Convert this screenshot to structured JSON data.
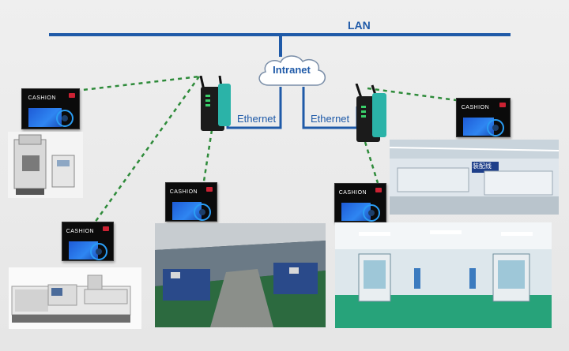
{
  "network": {
    "lan_label": "LAN",
    "intranet_label": "Intranet",
    "ethernet_left_label": "Ethernet",
    "ethernet_right_label": "Ethernet"
  },
  "terminals": [
    {
      "id": "terminal-top-left",
      "brand": "CASHION"
    },
    {
      "id": "terminal-mid-left",
      "brand": "CASHION"
    },
    {
      "id": "terminal-center-left",
      "brand": "CASHION"
    },
    {
      "id": "terminal-center-right",
      "brand": "CASHION"
    },
    {
      "id": "terminal-top-right",
      "brand": "CASHION"
    }
  ],
  "photos": {
    "assembly_line_sign": "装配线"
  },
  "colors": {
    "lan_line": "#1f5aa8",
    "wireless_link": "#2e8b3a",
    "router_body": "#1b1b1b",
    "router_accent": "#2bb3a8",
    "terminal_screen": "#2f86f2"
  },
  "icons": [
    "cloud-icon",
    "wireless-router-icon",
    "nfc-icon"
  ]
}
